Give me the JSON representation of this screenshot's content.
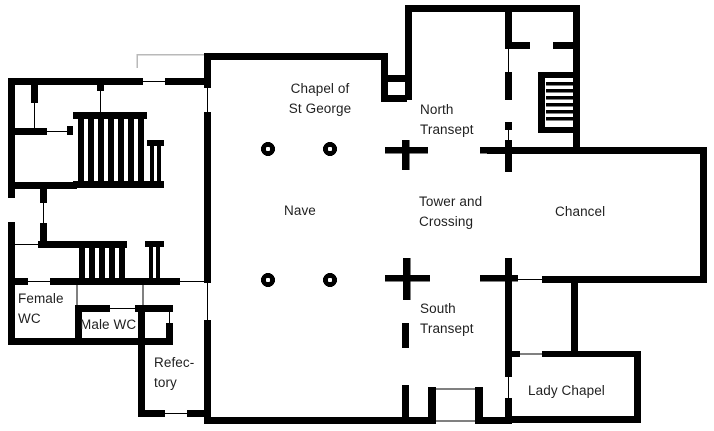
{
  "rooms": {
    "chapel_of_st_george": "Chapel of\nSt George",
    "north_transept": "North\nTransept",
    "nave": "Nave",
    "tower_and_crossing": "Tower and\nCrossing",
    "chancel": "Chancel",
    "south_transept": "South\nTransept",
    "female_wc": "Female\nWC",
    "male_wc": "Male WC",
    "refectory": "Refec-\ntory",
    "lady_chapel": "Lady Chapel"
  },
  "colors": {
    "walls": "#000000",
    "background": "#ffffff",
    "planned_outline": "#b9b9b9",
    "text": "#1f1f1f"
  }
}
